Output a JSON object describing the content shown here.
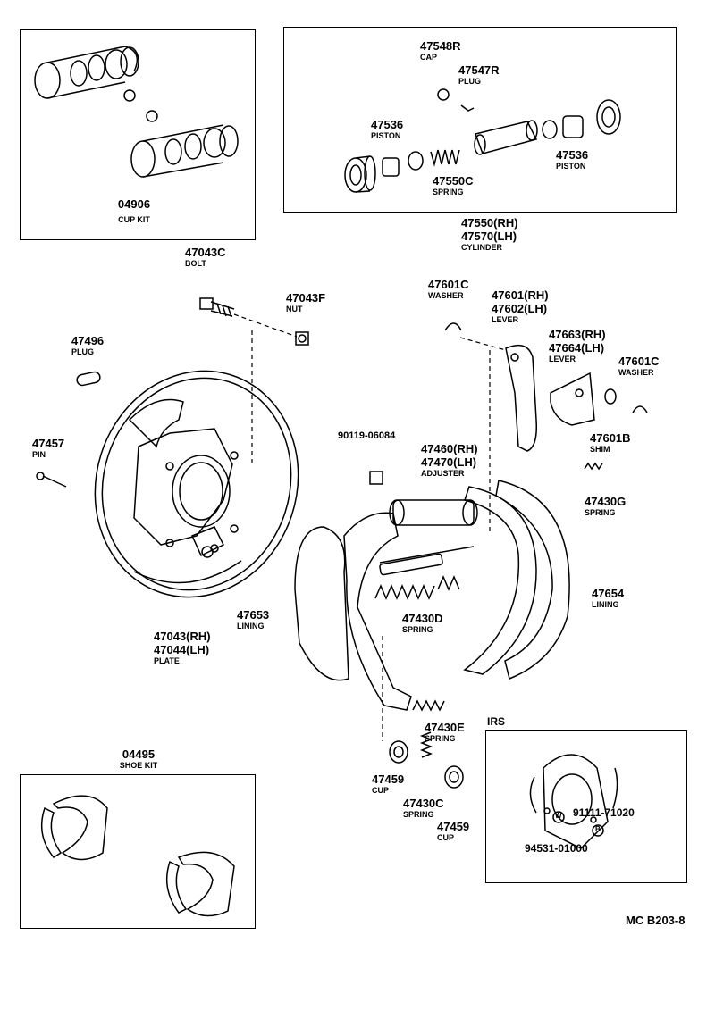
{
  "cup_kit": {
    "part_no": "04906",
    "name": "CUP KIT"
  },
  "cylinder_box": {
    "cap": {
      "part_no": "47548R",
      "name": "CAP"
    },
    "plug": {
      "part_no": "47547R",
      "name": "PLUG"
    },
    "piston_left": {
      "part_no": "47536",
      "name": "PISTON"
    },
    "piston_right": {
      "part_no": "47536",
      "name": "PISTON"
    },
    "spring": {
      "part_no": "47550C",
      "name": "SPRING"
    },
    "cylinder_rh": "47550(RH)",
    "cylinder_lh": "47570(LH)",
    "cylinder_name": "CYLINDER"
  },
  "bolt": {
    "part_no": "47043C",
    "name": "BOLT"
  },
  "nut": {
    "part_no": "47043F",
    "name": "NUT"
  },
  "plug": {
    "part_no": "47496",
    "name": "PLUG"
  },
  "pin": {
    "part_no": "47457",
    "name": "PIN"
  },
  "plate": {
    "rh": "47043(RH)",
    "lh": "47044(LH)",
    "name": "PLATE"
  },
  "washer_left": {
    "part_no": "47601C",
    "name": "WASHER"
  },
  "lever_main": {
    "rh": "47601(RH)",
    "lh": "47602(LH)",
    "name": "LEVER"
  },
  "lever_small": {
    "rh": "47663(RH)",
    "lh": "47664(LH)",
    "name": "LEVER"
  },
  "washer_right": {
    "part_no": "47601C",
    "name": "WASHER"
  },
  "shim": {
    "part_no": "47601B",
    "name": "SHIM"
  },
  "spring_g": {
    "part_no": "47430G",
    "name": "SPRING"
  },
  "bolt_90119": {
    "part_no": "90119-06084"
  },
  "adjuster": {
    "rh": "47460(RH)",
    "lh": "47470(LH)",
    "name": "ADJUSTER"
  },
  "lining_right": {
    "part_no": "47654",
    "name": "LINING"
  },
  "lining_left": {
    "part_no": "47653",
    "name": "LINING"
  },
  "spring_d": {
    "part_no": "47430D",
    "name": "SPRING"
  },
  "spring_e": {
    "part_no": "47430E",
    "name": "SPRING"
  },
  "cup_left": {
    "part_no": "47459",
    "name": "CUP"
  },
  "spring_c": {
    "part_no": "47430C",
    "name": "SPRING"
  },
  "cup_right": {
    "part_no": "47459",
    "name": "CUP"
  },
  "shoe_kit": {
    "part_no": "04495",
    "name": "SHOE KIT"
  },
  "irs": {
    "title": "IRS",
    "part_a": "91111-71020",
    "part_b": "94531-01000",
    "mark_w": "W",
    "mark_b": "B"
  },
  "figure_code": "MC B203-8"
}
